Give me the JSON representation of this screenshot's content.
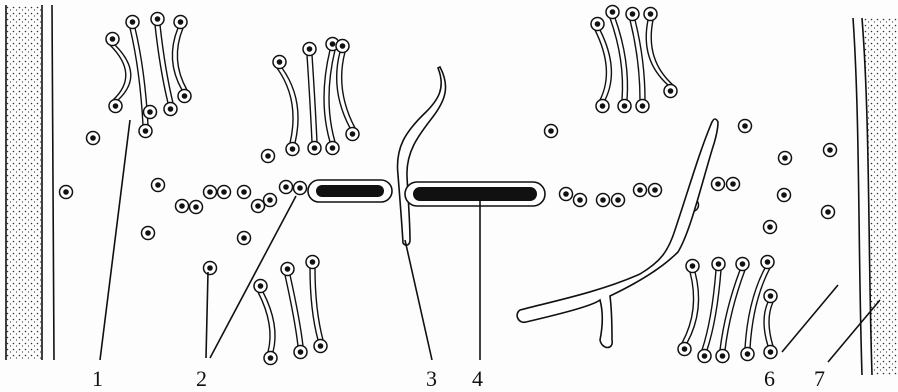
{
  "labels": [
    "1",
    "2",
    "3",
    "4",
    "6",
    "7"
  ],
  "colors": {
    "ink": "#111111",
    "paper": "#ffffff",
    "stipple": "#333333"
  }
}
